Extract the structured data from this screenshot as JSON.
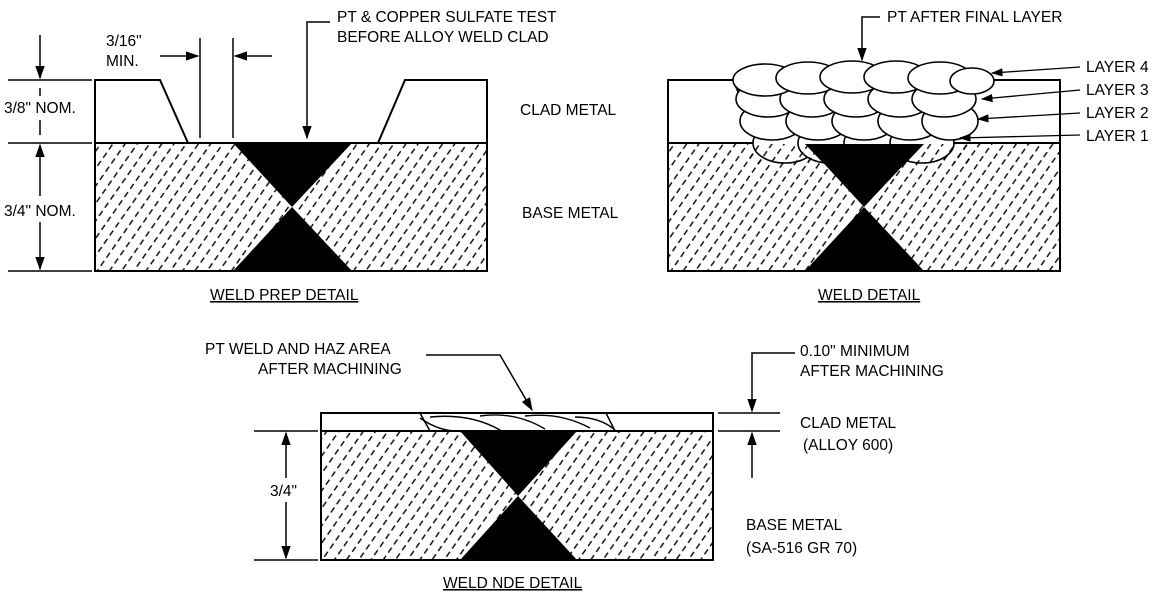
{
  "prep": {
    "title": "WELD PREP DETAIL",
    "dim_gap_value": "3/16\"",
    "dim_gap_note": "MIN.",
    "test_line1": "PT & COPPER SULFATE TEST",
    "test_line2": "BEFORE ALLOY WELD CLAD",
    "dim_clad": "3/8\" NOM.",
    "dim_base": "3/4\" NOM.",
    "label_clad": "CLAD METAL",
    "label_base": "BASE METAL"
  },
  "weld": {
    "title": "WELD DETAIL",
    "pt_label": "PT AFTER FINAL LAYER",
    "layers": [
      "LAYER 4",
      "LAYER 3",
      "LAYER 2",
      "LAYER 1"
    ]
  },
  "nde": {
    "title": "WELD NDE DETAIL",
    "pt_line1": "PT WELD AND HAZ AREA",
    "pt_line2": "AFTER MACHINING",
    "min_line1": "0.10\" MINIMUM",
    "min_line2": "AFTER MACHINING",
    "clad_line1": "CLAD METAL",
    "clad_line2": "(ALLOY 600)",
    "dim": "3/4\"",
    "base_line1": "BASE METAL",
    "base_line2": "(SA-516 GR 70)"
  }
}
